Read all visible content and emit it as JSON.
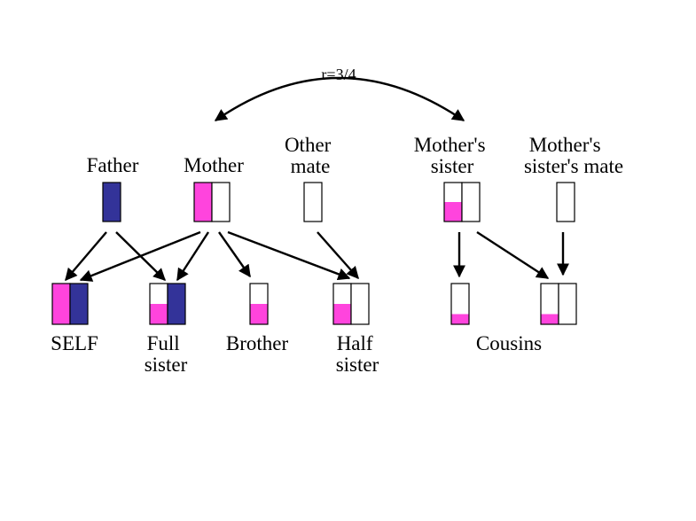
{
  "annotation": {
    "relatedness": "r=3/4"
  },
  "colors": {
    "father_genome": "#333399",
    "mother_genome": "#ff44dd",
    "empty": "#ffffff",
    "outline": "#000000"
  },
  "individuals": {
    "father": {
      "label_lines": [
        "Father"
      ],
      "genome": [
        {
          "slots": 1,
          "mother_fraction": 0,
          "father_fraction": 1
        }
      ]
    },
    "mother": {
      "label_lines": [
        "Mother"
      ],
      "genome": [
        {
          "mother_fraction": 1
        },
        {
          "mother_fraction": 0
        }
      ]
    },
    "other_mate": {
      "label_lines": [
        "Other",
        "mate"
      ],
      "genome": [
        {
          "mother_fraction": 0
        }
      ]
    },
    "mothers_sister": {
      "label_lines": [
        "Mother's",
        "sister"
      ],
      "genome": [
        {
          "mother_fraction": 0.5
        },
        {
          "mother_fraction": 0
        }
      ]
    },
    "mothers_sisters_mate": {
      "label_lines": [
        "Mother's",
        "sister's mate"
      ],
      "genome": [
        {
          "mother_fraction": 0
        }
      ]
    },
    "self": {
      "label_lines": [
        "SELF"
      ],
      "genome": [
        {
          "mother_fraction": 1
        },
        {
          "father_fraction": 1
        }
      ]
    },
    "full_sister": {
      "label_lines": [
        "Full",
        "sister"
      ],
      "genome": [
        {
          "mother_fraction": 0.5
        },
        {
          "father_fraction": 1
        }
      ]
    },
    "brother": {
      "label_lines": [
        "Brother"
      ],
      "genome": [
        {
          "mother_fraction": 0.5
        }
      ]
    },
    "half_sister": {
      "label_lines": [
        "Half",
        "sister"
      ],
      "genome": [
        {
          "mother_fraction": 0.5
        },
        {
          "mother_fraction": 0
        }
      ]
    },
    "cousin_1": {
      "label_lines": [],
      "genome": [
        {
          "mother_fraction": 0.25
        }
      ]
    },
    "cousin_2": {
      "label_lines": [],
      "genome": [
        {
          "mother_fraction": 0.25
        },
        {
          "mother_fraction": 0
        }
      ]
    }
  },
  "group_labels": {
    "cousins": "Cousins"
  }
}
